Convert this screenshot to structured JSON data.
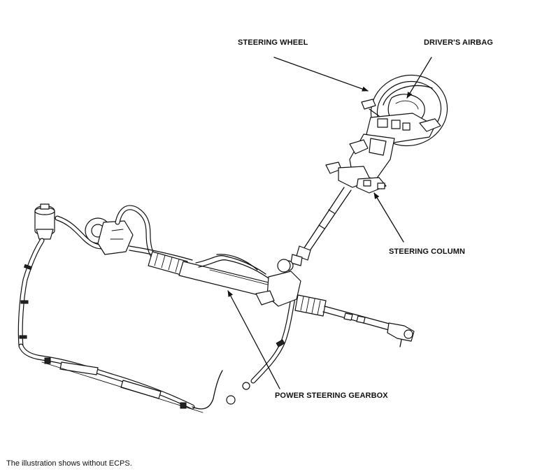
{
  "labels": {
    "steering_wheel": "STEERING WHEEL",
    "drivers_airbag": "DRIVER'S AIRBAG",
    "steering_column": "STEERING COLUMN",
    "power_steering_gearbox": "POWER STEERING GEARBOX"
  },
  "footnote": "The illustration shows without ECPS."
}
